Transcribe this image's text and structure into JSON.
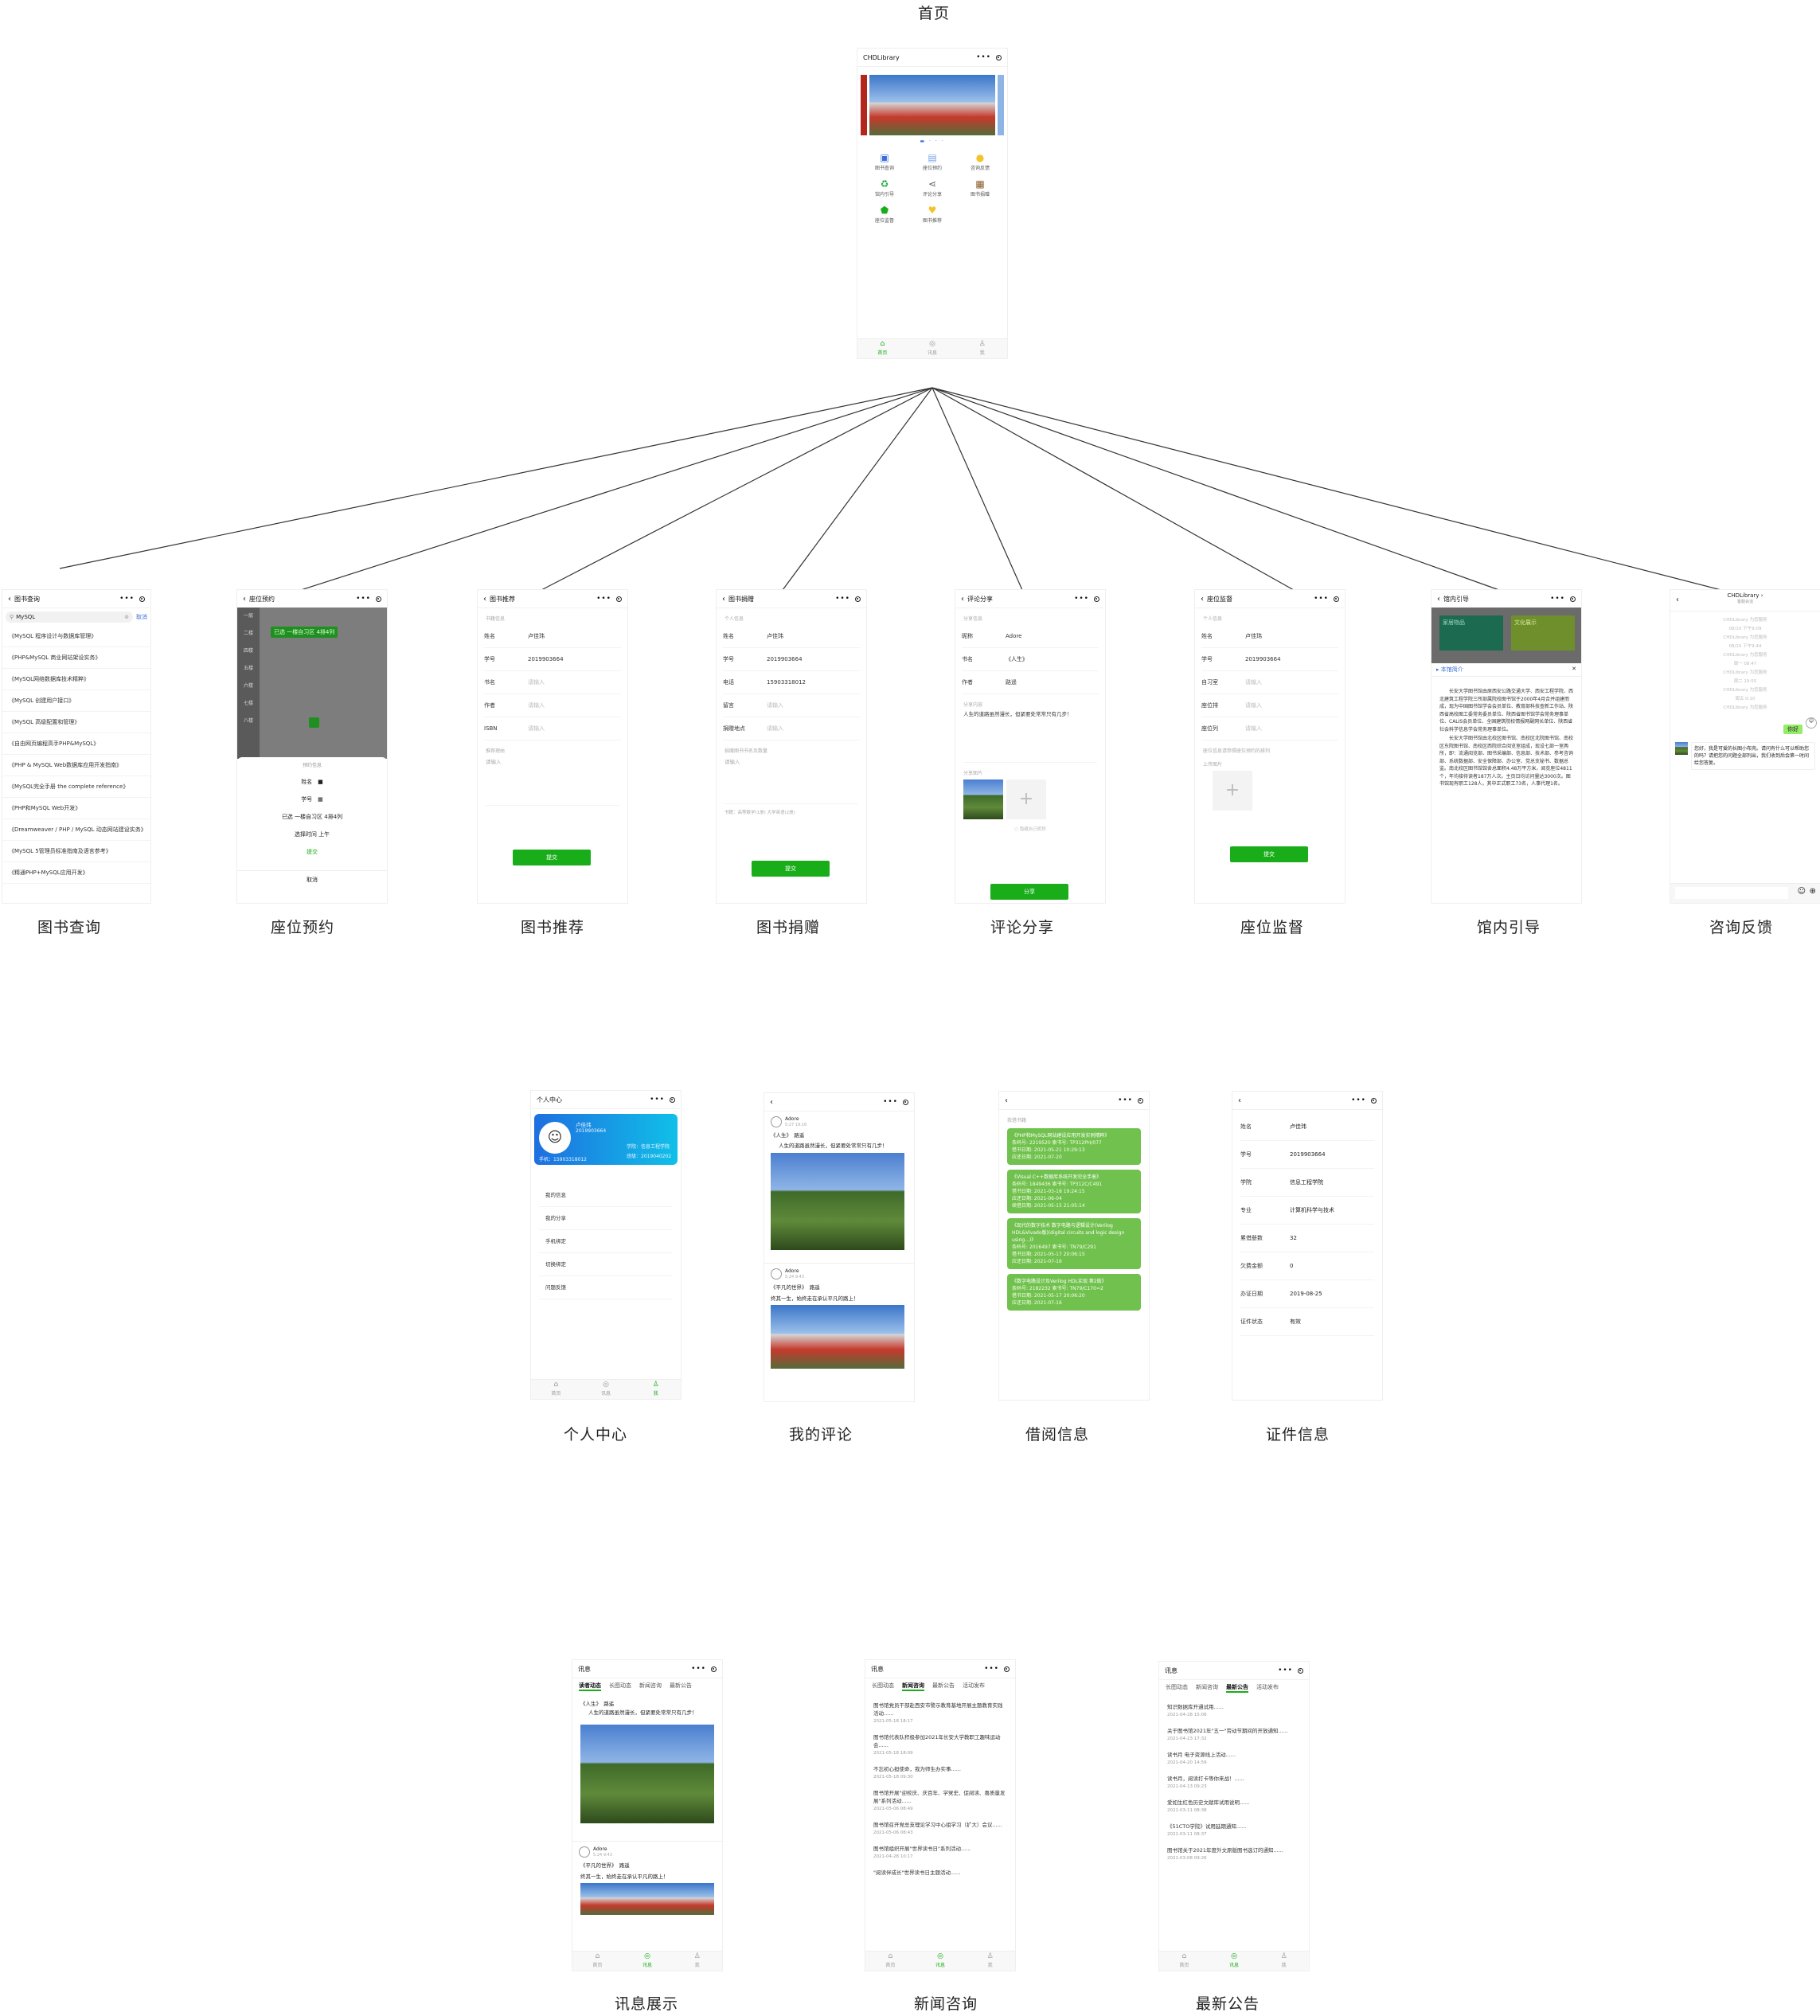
{
  "captions": {
    "home": "首页",
    "search": "图书查询",
    "seat": "座位预约",
    "recommend": "图书推荐",
    "donate": "图书捐赠",
    "comment": "评论分享",
    "supervise": "座位监督",
    "guide": "馆内引导",
    "feedback": "咨询反馈",
    "personal": "个人中心",
    "my_comments": "我的评论",
    "borrow": "借阅信息",
    "cert": "证件信息",
    "news_show": "讯息展示",
    "news_consult": "新闻咨询",
    "latest": "最新公告"
  },
  "home": {
    "bar_title": "CHDLibrary",
    "grid": [
      {
        "icon": "book-icon",
        "glyph": "▣",
        "color": "#3a6fd8",
        "label": "图书查询"
      },
      {
        "icon": "calendar-icon",
        "glyph": "▤",
        "color": "#7aa5e8",
        "label": "座位预约"
      },
      {
        "icon": "chat-icon",
        "glyph": "●",
        "color": "#f2c32b",
        "label": "咨询反馈"
      },
      {
        "icon": "recycle-icon",
        "glyph": "♻",
        "color": "#2aa84a",
        "label": "馆内引导"
      },
      {
        "icon": "share-icon",
        "glyph": "⋖",
        "color": "#666666",
        "label": "评论分享"
      },
      {
        "icon": "gift-icon",
        "glyph": "▦",
        "color": "#8a5a2b",
        "label": "图书捐赠"
      },
      {
        "icon": "shield-icon",
        "glyph": "⬟",
        "color": "#19ad19",
        "label": "座位监督"
      },
      {
        "icon": "heart-icon",
        "glyph": "♥",
        "color": "#f2c32b",
        "label": "图书推荐"
      }
    ],
    "tabs": [
      "首页",
      "讯息",
      "我"
    ]
  },
  "search": {
    "bar_title": "图书查询",
    "query": "MySQL",
    "cancel": "取消",
    "results": [
      "《MySQL 程序设计与数据库管理》",
      "《PHP&MySQL 商业网站架设实务》",
      "《MySQL网络数据库技术精粹》",
      "《MySQL 创建用户接口》",
      "《MySQL 高级配置和管理》",
      "《自由网页编程高手PHP&MySQL》",
      "《PHP & MySQL Web数据库应用开发指南》",
      "《MySQL完全手册 the complete reference》",
      "《PHP和MySQL Web开发》",
      "《Dreamweaver / PHP / MySQL 动态网站建设实务》",
      "《MySQL 5管理员标准指南及语言参考》",
      "《精通PHP+MySQL应用开发》"
    ]
  },
  "seat": {
    "bar_title": "座位预约",
    "floors": [
      "一层",
      "二楼",
      "四楼",
      "五楼",
      "六楼",
      "七楼",
      "八楼"
    ],
    "selected": "已选 一楼自习区 4排4列",
    "sheet_title": "预约信息",
    "name_label": "姓名",
    "id_label": "学号",
    "selected_line": "已选 一楼自习区 4排4列",
    "time_line": "选择时间 上午",
    "submit": "提交",
    "cancel": "取消"
  },
  "recommend": {
    "bar_title": "图书推荐",
    "section": "书籍信息",
    "rows": [
      {
        "k": "姓名",
        "v": "卢佳玮",
        "ph": false
      },
      {
        "k": "学号",
        "v": "2019903664",
        "ph": false
      },
      {
        "k": "书名",
        "v": "请输入",
        "ph": true
      },
      {
        "k": "作者",
        "v": "请输入",
        "ph": true
      },
      {
        "k": "ISBN",
        "v": "请输入",
        "ph": true
      }
    ],
    "reason_label": "推荐理由",
    "reason_ph": "请输入",
    "submit": "提交"
  },
  "donate": {
    "bar_title": "图书捐赠",
    "section": "个人信息",
    "rows": [
      {
        "k": "姓名",
        "v": "卢佳玮",
        "ph": false
      },
      {
        "k": "学号",
        "v": "2019903664",
        "ph": false
      },
      {
        "k": "电话",
        "v": "15903318012",
        "ph": false
      },
      {
        "k": "留言",
        "v": "请输入",
        "ph": true
      },
      {
        "k": "捐赠地点",
        "v": "请输入",
        "ph": true
      }
    ],
    "books_label": "捐赠图书书名及数量",
    "books_ph": "请输入",
    "hint": "书籍：高等数学(1册) 大学英语(2册)",
    "submit": "提交"
  },
  "comment": {
    "bar_title": "评论分享",
    "section": "分享信息",
    "rows": [
      {
        "k": "昵称",
        "v": "Adore"
      },
      {
        "k": "书名",
        "v": "《人生》"
      },
      {
        "k": "作者",
        "v": "路遥"
      }
    ],
    "content_label": "分享内容",
    "content": "人生的道路虽然漫长，但紧要处常常只有几步！",
    "image_label": "分享图片",
    "hidden_label": "隐藏自己昵称",
    "submit": "分享"
  },
  "supervise": {
    "bar_title": "座位监督",
    "section": "个人信息",
    "rows": [
      {
        "k": "姓名",
        "v": "卢佳玮",
        "ph": false
      },
      {
        "k": "学号",
        "v": "2019903664",
        "ph": false
      },
      {
        "k": "自习室",
        "v": "请输入",
        "ph": true
      },
      {
        "k": "座位排",
        "v": "请输入",
        "ph": true
      },
      {
        "k": "座位列",
        "v": "请输入",
        "ph": true
      }
    ],
    "note": "座位信息请参照座位预约的排列",
    "upload_label": "上传图片",
    "submit": "提交"
  },
  "guide": {
    "bar_title": "馆内引导",
    "tiles": [
      "家居物品",
      "文化展示"
    ],
    "popup_title": "本馆简介",
    "p1": "长安大学图书馆由原西安公路交通大学、西安工程学院、西北建筑工程学院三所部属院校图书馆于2000年4月合并组建而成，现为中国图书馆学会会员单位、教育部科技查新工作站、陕西省高校图工委常务委员单位、陕西省图书馆学会常务理事单位、CALIS会员单位、全国建筑院校情报网副网长单位、陕西省社会科学信息学会常务理事单位。",
    "p2": "长安大学图书馆由北校区图书馆、南校区北院图书馆、南校区东院图书馆、南校区西院综合阅览室组成，现设七部一室两所，即：流通阅览部、图书采编部、信息部、技术部、参考咨询部、系统数据部、安全保障部、办公室、党总支秘书、数据总监。南北校区图书馆馆舍总面积4.48万平方米，阅览座位4811个，年均接待读者187万人次。主页日均访问量达3000次。图书馆现有职工128人，其中正式职工73名，人事代理1名。"
  },
  "feedback": {
    "bar_title": "CHDLibrary ›",
    "bar_sub": "客服会话",
    "system_lines": [
      "CHDLibrary 为您服务",
      "08/10 下午9:09",
      "CHDLibrary 为您服务",
      "08/10 下午9:44",
      "CHDLibrary 为您服务",
      "周一 08:47",
      "CHDLibrary 为您服务",
      "周二 19:55",
      "CHDLibrary 为您服务",
      "周五 0:10",
      "CHDLibrary 为您服务"
    ],
    "my_message": "你好",
    "reply": "您好，我是可爱的长图小布壳。请问有什么可以帮助您的吗？请把您的问题全部列出，我们收到后会第一时间给您答复。"
  },
  "personal": {
    "bar_title": "个人中心",
    "name": "卢佳玮",
    "id": "2019903664",
    "phone": "手机：15903318012",
    "college": "学院：信息工程学院",
    "class": "班级：2019040202",
    "menu": [
      "我的信息",
      "我的分享",
      "手机绑定",
      "切换绑定",
      "问题反馈"
    ]
  },
  "my_comments": {
    "posts": [
      {
        "user": "Adore",
        "time": "5:27 19:16",
        "book": "《人生》　路遥",
        "text": "人生的道路虽然漫长，但紧要处常常只有几步！"
      },
      {
        "user": "Adore",
        "time": "5:24 9:43",
        "book": "《平凡的世界》　路遥",
        "text": "终其一生，始终走在承认平凡的路上！"
      }
    ]
  },
  "borrow": {
    "section": "我借书籍",
    "cards": [
      {
        "title": "《PHP和MySQL网站建设应用开发实例精粹》",
        "l1": "条码号: 2219520 索书号: TP312PH/077",
        "l2": "借书日期: 2021-05-21 10:29:13",
        "l3": "应还日期: 2021-07-20"
      },
      {
        "title": "《Visual C++数据库系统开发完全手册》",
        "l1": "条码号: 1849436 索书号: TP312C/C491",
        "l2": "借书日期: 2021-03-18 19:24:15",
        "l3": "应还日期: 2021-06-04",
        "l4": "续借日期: 2021-05-15 21:05:14"
      },
      {
        "title": "《现代的数字技术 数字电路与逻辑设计(Verilog HDL&Vivado版)(digital circuits and logic design using...)》",
        "l1": "条码号: 2016497 索书号: TN79/C291",
        "l2": "借书日期: 2021-05-17 20:06:15",
        "l3": "应还日期: 2021-07-16"
      },
      {
        "title": "《数字电路设计及Verilog HDL实现 第2版》",
        "l1": "条码号: 2182232 索书号: TN79/C170=2",
        "l2": "借书日期: 2021-05-17 20:06:20",
        "l3": "应还日期: 2021-07-16"
      }
    ]
  },
  "cert": {
    "rows": [
      {
        "k": "姓名",
        "v": "卢佳玮"
      },
      {
        "k": "学号",
        "v": "2019903664"
      },
      {
        "k": "学院",
        "v": "信息工程学院"
      },
      {
        "k": "专业",
        "v": "计算机科学与技术"
      },
      {
        "k": "累借册数",
        "v": "32"
      },
      {
        "k": "欠费金额",
        "v": "0"
      },
      {
        "k": "办证日期",
        "v": "2019-08-25"
      },
      {
        "k": "证件状态",
        "v": "有效"
      }
    ]
  },
  "news_show": {
    "bar_title": "讯息",
    "subtabs": [
      "读者动态",
      "长图动态",
      "新闻咨询",
      "最新公告"
    ],
    "post1_book": "《人生》　路遥",
    "post1_text": "人生的道路虽然漫长，但紧要处常常只有几步！",
    "post2_user": "Adore",
    "post2_time": "5:24 9:43",
    "post2_book": "《平凡的世界》　路遥",
    "post2_text": "终其一生，始终走在承认平凡的路上！"
  },
  "news_consult": {
    "bar_title": "讯息",
    "subtabs": [
      "长图动态",
      "新闻咨询",
      "最新公告",
      "活动发布"
    ],
    "items": [
      {
        "t": "图书馆党员干部赴西安市警示教育基地开展主题教育实践活动......",
        "d": "2021-05-18 18:17"
      },
      {
        "t": "图书馆代表队积极参加2021年长安大学教职工趣味运动会......",
        "d": "2021-05-18 18:09"
      },
      {
        "t": "不忘初心担使命，我为师生办实事......",
        "d": "2021-05-18 09:30"
      },
      {
        "t": "图书馆开展\"迎校庆、庆百年、学党史、促阅读、喜质量发展\"系列活动......",
        "d": "2021-05-06 08:49"
      },
      {
        "t": "图书馆召开党总支理论学习中心组学习（扩大）会议......",
        "d": "2021-05-06 08:43"
      },
      {
        "t": "图书馆组织开展\"世界读书日\"系列活动......",
        "d": "2021-04-28 10:17"
      },
      {
        "t": "\"阅读伴成长\"世界读书日主题活动......",
        "d": ""
      }
    ]
  },
  "latest": {
    "bar_title": "讯息",
    "subtabs": [
      "长图动态",
      "新闻咨询",
      "最新公告",
      "活动发布"
    ],
    "items": [
      {
        "t": "知识数据库开通试用......",
        "d": "2021-04-28 15:06"
      },
      {
        "t": "关于图书馆2021年\"五一\"劳动节期间的开放通知......",
        "d": "2021-04-23 17:32"
      },
      {
        "t": "读书月 电子资源线上活动......",
        "d": "2021-04-20 14:59"
      },
      {
        "t": "读书月，阅读打卡等你来战！......",
        "d": "2021-04-13 09:23"
      },
      {
        "t": "爱如生红色历史文献库试用说明......",
        "d": "2021-03-11 08:38"
      },
      {
        "t": "《51CTO学院》试用延期通知......",
        "d": "2021-03-11 08:37"
      },
      {
        "t": "图书馆关于2021年度外文原版图书选订的通知......",
        "d": "2021-03-08 09:26"
      }
    ]
  },
  "tabs": [
    "首页",
    "讯息",
    "我"
  ]
}
